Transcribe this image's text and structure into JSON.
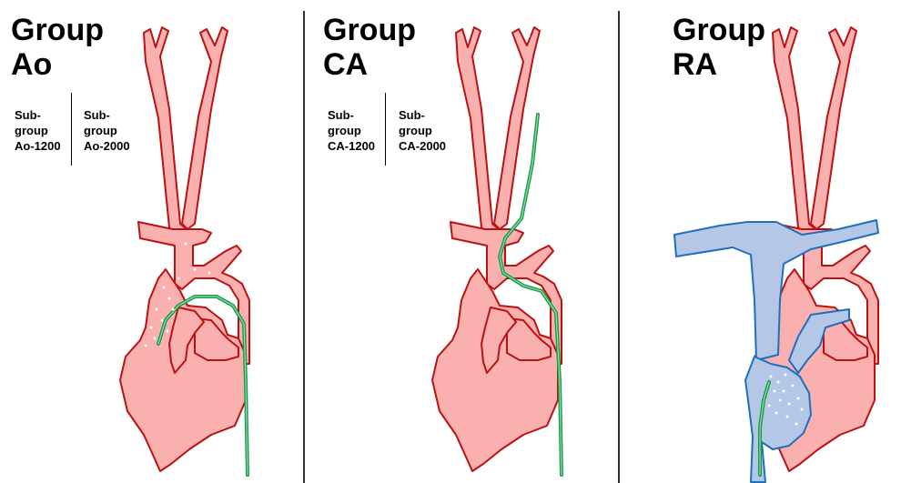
{
  "panels": [
    {
      "title_line1": "Group",
      "title_line2": "Ao",
      "subgroups": [
        {
          "line1": "Sub-",
          "line2": "group",
          "line3": "Ao-1200"
        },
        {
          "line1": "Sub-",
          "line2": "group",
          "line3": "Ao-2000"
        }
      ]
    },
    {
      "title_line1": "Group",
      "title_line2": "CA",
      "subgroups": [
        {
          "line1": "Sub-",
          "line2": "group",
          "line3": "CA-1200"
        },
        {
          "line1": "Sub-",
          "line2": "group",
          "line3": "CA-2000"
        }
      ]
    },
    {
      "title_line1": "Group",
      "title_line2": "RA"
    }
  ],
  "colors": {
    "artery_fill": "#fbb0b0",
    "artery_outline": "#b11111",
    "vein_fill": "#b4c7e7",
    "vein_outline": "#1f6fbf",
    "catheter": "#1a9a4a",
    "bubbles": "#ffffff"
  }
}
